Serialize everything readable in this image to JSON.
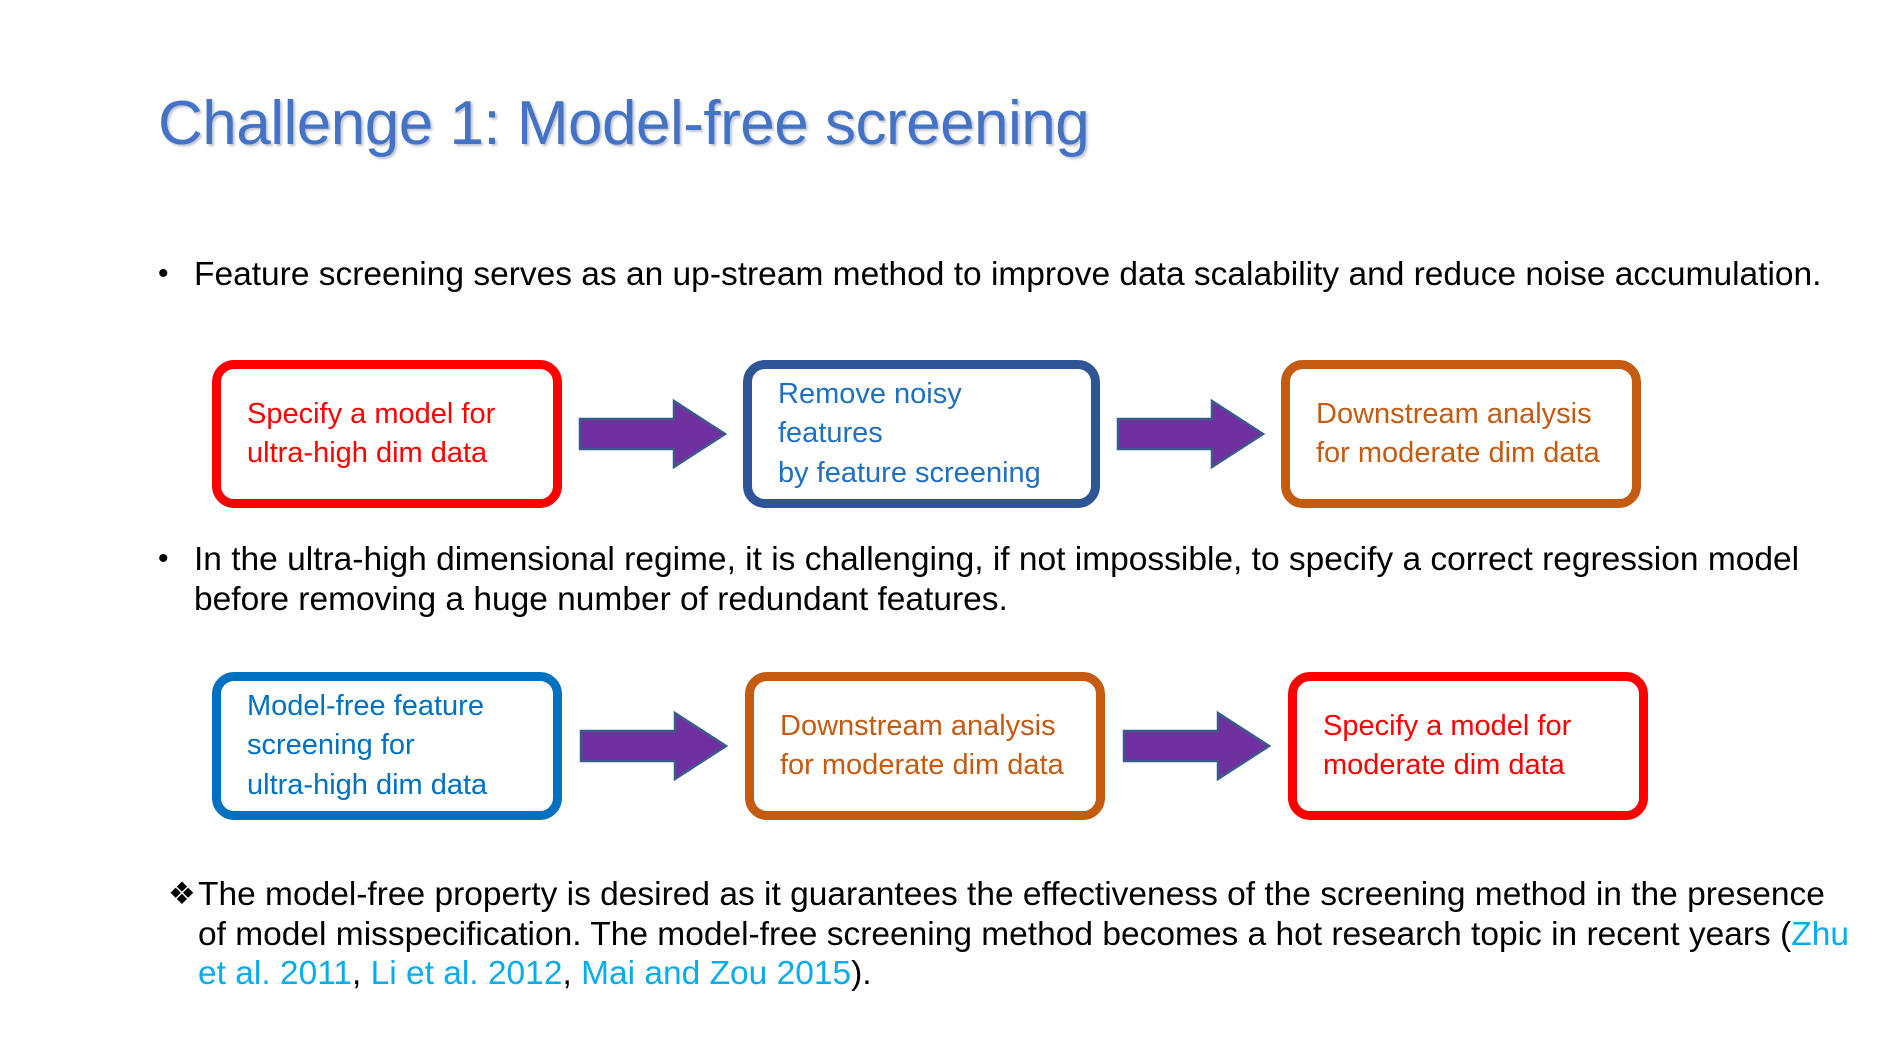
{
  "slide": {
    "title": "Challenge 1: Model-free screening",
    "background": "#FFFFFF"
  },
  "colors": {
    "title_blue": "#4472C4",
    "red": "#FF0000",
    "navy": "#2F5597",
    "link_blue": "#1F70C1",
    "bright_blue": "#0070C0",
    "orange": "#C55A11",
    "purple_arrow": "#7030A0",
    "purple_arrow_outline": "#3B5B8C",
    "citation_cyan": "#06ACEF",
    "body_text": "#000000"
  },
  "bullets": [
    {
      "marker": "•",
      "text": "Feature screening serves as an up-stream method to improve data scalability and reduce noise accumulation."
    },
    {
      "marker": "•",
      "text": "In the ultra-high dimensional regime, it is challenging, if not impossible, to specify a correct regression model before removing a huge number of redundant features."
    }
  ],
  "conclusion": {
    "marker": "❖",
    "lead": "The model-free property is desired as it guarantees the effectiveness of the screening method in the presence of model misspecification. The model-free screening method becomes a hot research topic in recent years (",
    "citations": [
      "Zhu et al. 2011",
      "Li et al. 2012",
      "Mai and Zou 2015"
    ],
    "separator": ", ",
    "tail": ")."
  },
  "flow_rows": [
    {
      "name": "model-based-pipeline",
      "boxes": [
        {
          "line1": "Specify a model for",
          "line2": "ultra-high dim data",
          "line3": ""
        },
        {
          "line1": "Remove noisy features",
          "line2": "by feature screening",
          "line3": ""
        },
        {
          "line1": "Downstream analysis",
          "line2": "for moderate dim data",
          "line3": ""
        }
      ],
      "arrows": [
        "arrow-right-icon",
        "arrow-right-icon"
      ]
    },
    {
      "name": "model-free-pipeline",
      "boxes": [
        {
          "line1": "Model-free feature",
          "line2": "screening for",
          "line3": "ultra-high dim data"
        },
        {
          "line1": "Downstream analysis",
          "line2": "for moderate dim data",
          "line3": ""
        },
        {
          "line1": "Specify a model for",
          "line2": "moderate dim data",
          "line3": ""
        }
      ],
      "arrows": [
        "arrow-right-icon",
        "arrow-right-icon"
      ]
    }
  ]
}
